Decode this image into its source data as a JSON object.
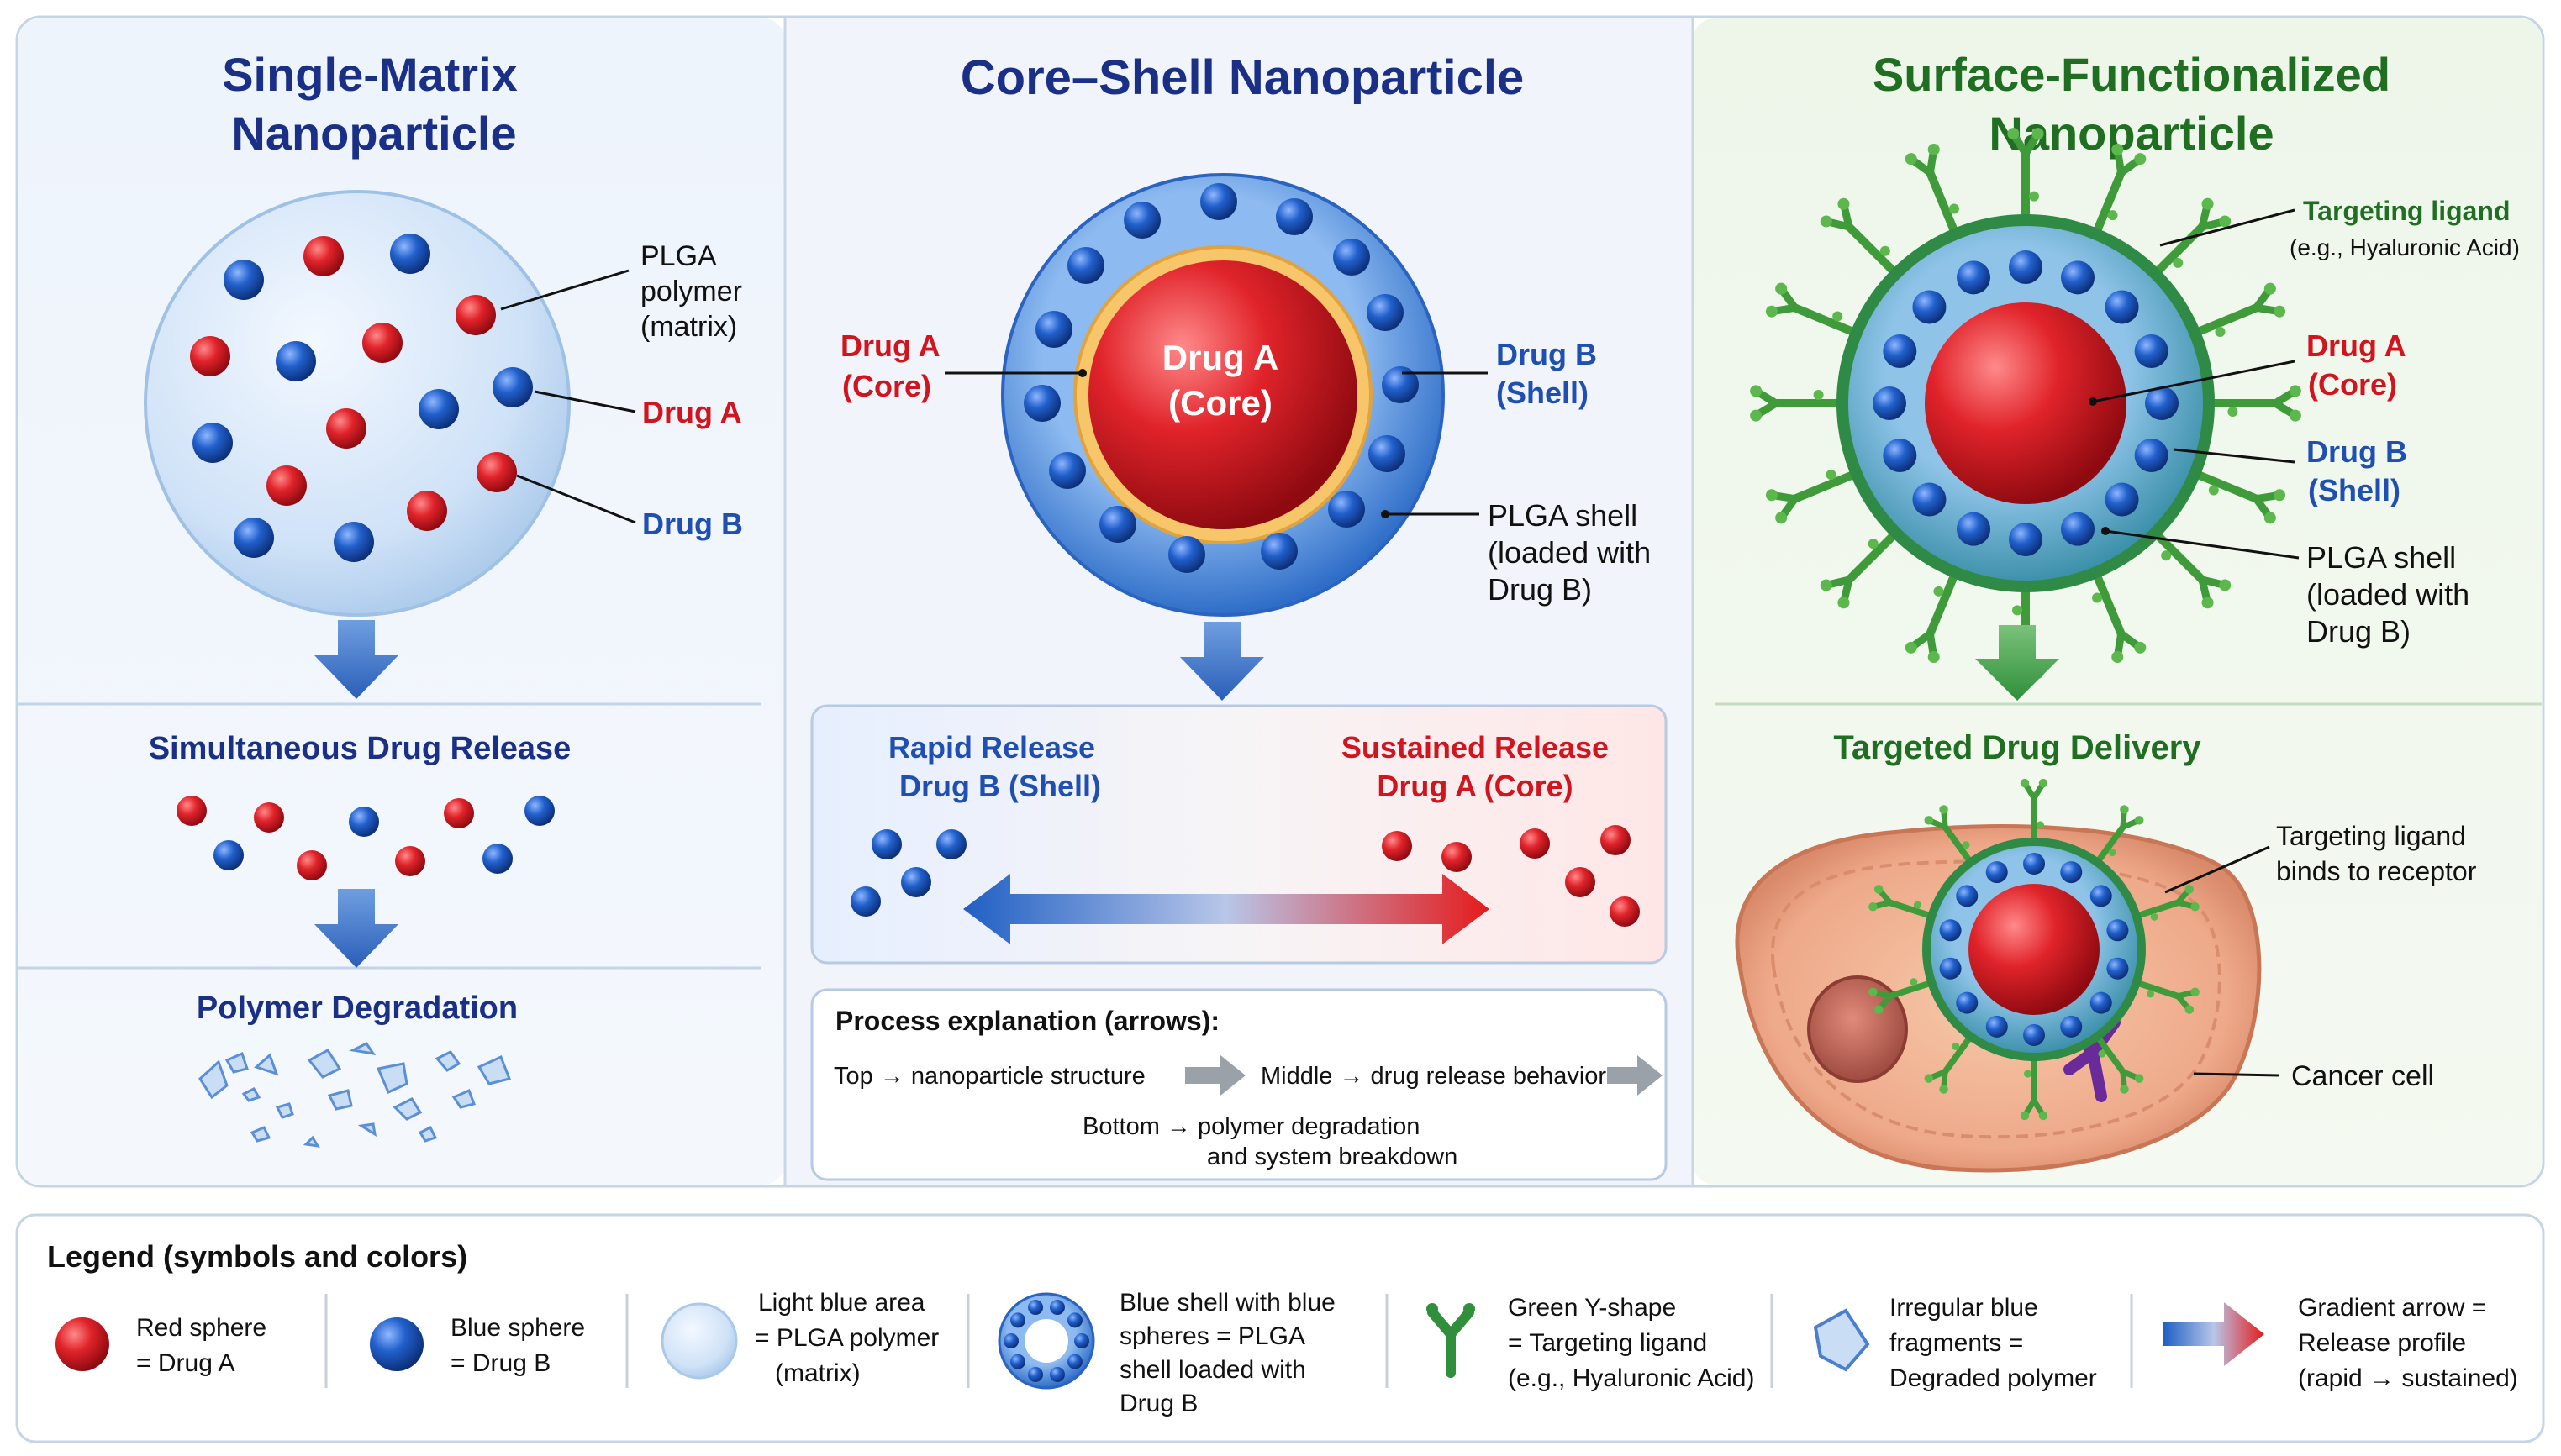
{
  "panels": {
    "single": {
      "title_line1": "Single-Matrix",
      "title_line2": "Nanoparticle",
      "label_plga": [
        "PLGA",
        "polymer",
        "(matrix)"
      ],
      "label_drug_a": "Drug A",
      "label_drug_b": "Drug B",
      "release_title": "Simultaneous Drug Release",
      "degradation_title": "Polymer Degradation"
    },
    "coreshell": {
      "title": "Core–Shell Nanoparticle",
      "core_label": [
        "Drug A",
        "(Core)"
      ],
      "left_label": [
        "Drug A",
        "(Core)"
      ],
      "right_label": [
        "Drug B",
        "(Shell)"
      ],
      "plga_label": [
        "PLGA shell",
        "(loaded with",
        "Drug B)"
      ],
      "rapid_label": [
        "Rapid Release",
        "Drug B (Shell)"
      ],
      "sustained_label": [
        "Sustained Release",
        "Drug A (Core)"
      ],
      "process_title": "Process explanation (arrows):",
      "process_step1": "Top → nanoparticle structure",
      "process_step2": "Middle → drug release behavior",
      "process_step3": [
        "Bottom → polymer degradation",
        "and system breakdown"
      ]
    },
    "surface": {
      "title_line1": "Surface-Functionalized",
      "title_line2": "Nanoparticle",
      "ligand_label": "Targeting ligand",
      "ligand_sub": "(e.g., Hyaluronic Acid)",
      "drug_a_label": [
        "Drug A",
        "(Core)"
      ],
      "drug_b_label": [
        "Drug B",
        "(Shell)"
      ],
      "plga_label": [
        "PLGA shell",
        "(loaded with",
        "Drug B)"
      ],
      "delivery_title": "Targeted Drug Delivery",
      "binds_label": [
        "Targeting ligand",
        "binds to receptor"
      ],
      "cancer_label": "Cancer cell"
    }
  },
  "legend": {
    "title": "Legend (symbols and colors)",
    "items": [
      {
        "icon": "red-sphere-icon",
        "lines": [
          "Red sphere",
          "= Drug A"
        ]
      },
      {
        "icon": "blue-sphere-icon",
        "lines": [
          "Blue sphere",
          "= Drug B"
        ]
      },
      {
        "icon": "light-blue-area-icon",
        "lines": [
          "Light blue area",
          "= PLGA polymer",
          "(matrix)"
        ]
      },
      {
        "icon": "blue-shell-icon",
        "lines": [
          "Blue shell with blue",
          "spheres = PLGA",
          "shell loaded with",
          "Drug B"
        ]
      },
      {
        "icon": "green-y-shape-icon",
        "lines": [
          "Green Y-shape",
          "= Targeting ligand",
          "(e.g., Hyaluronic Acid)"
        ]
      },
      {
        "icon": "blue-fragment-icon",
        "lines": [
          "Irregular blue",
          "fragments =",
          "Degraded polymer"
        ]
      },
      {
        "icon": "gradient-arrow-icon",
        "lines": [
          "Gradient arrow =",
          "Release profile",
          "(rapid → sustained)"
        ]
      }
    ]
  },
  "colors": {
    "drug_a": "#d0151e",
    "drug_b": "#1f5fc4",
    "title_blue": "#1a2f86",
    "title_green": "#1f6e22",
    "label_red": "#d0151e",
    "label_blue": "#1f4fb0"
  }
}
